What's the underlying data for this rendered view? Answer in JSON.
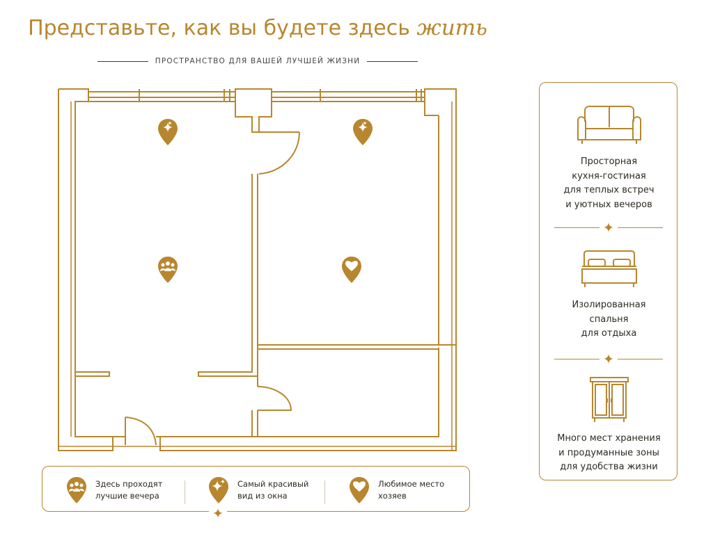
{
  "header": {
    "title_main": "Представьте, как вы будете здесь",
    "title_script": "жить",
    "subtitle": "ПРОСТРАНСТВО ДЛЯ ВАШЕЙ ЛУЧШЕЙ ЖИЗНИ"
  },
  "features": [
    {
      "icon": "sofa-icon",
      "text": "Просторная\nкухня-гостиная\nдля теплых встреч\nи уютных вечеров"
    },
    {
      "icon": "bed-icon",
      "text": "Изолированная\nспальня\nдля отдыха"
    },
    {
      "icon": "wardrobe-icon",
      "text": "Много мест хранения\nи продуманные зоны\nдля удобства жизни"
    }
  ],
  "legend": [
    {
      "icon": "people-pin-icon",
      "text": "Здесь проходят\nлучшие вечера"
    },
    {
      "icon": "sparkle-pin-icon",
      "text": "Самый красивый\nвид из окна"
    },
    {
      "icon": "heart-pin-icon",
      "text": "Любимое место\nхозяев"
    }
  ],
  "colors": {
    "accent": "#b8862e",
    "text": "#2e2a22"
  }
}
